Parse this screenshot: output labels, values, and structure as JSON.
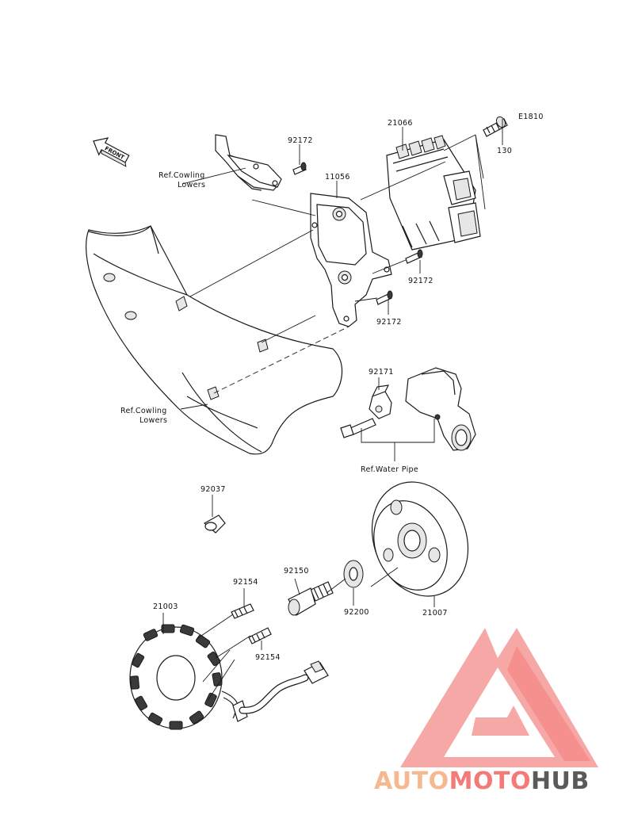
{
  "diagram": {
    "code": "E1810",
    "front_label": "FRONT",
    "parts": {
      "p21066": "21066",
      "p130": "130",
      "p92172_top": "92172",
      "p11056": "11056",
      "p92172_mid": "92172",
      "p92172_low": "92172",
      "p92171": "92171",
      "p92037": "92037",
      "p92150": "92150",
      "p92200": "92200",
      "p21007": "21007",
      "p92154_top": "92154",
      "p92154_low": "92154",
      "p21003": "21003"
    },
    "refs": {
      "cowling_upper_1": "Ref.Cowling",
      "cowling_upper_2": "Lowers",
      "cowling_lower_1": "Ref.Cowling",
      "cowling_lower_2": "Lowers",
      "water_pipe": "Ref.Water Pipe"
    }
  },
  "watermark": {
    "part1": "AUTO",
    "part2": "MOTO",
    "part3": "HUB",
    "colors": {
      "auto": "#f6b98f",
      "moto": "#f47a78",
      "hub": "#5a5a5a",
      "triangle": "#f48c88"
    }
  }
}
